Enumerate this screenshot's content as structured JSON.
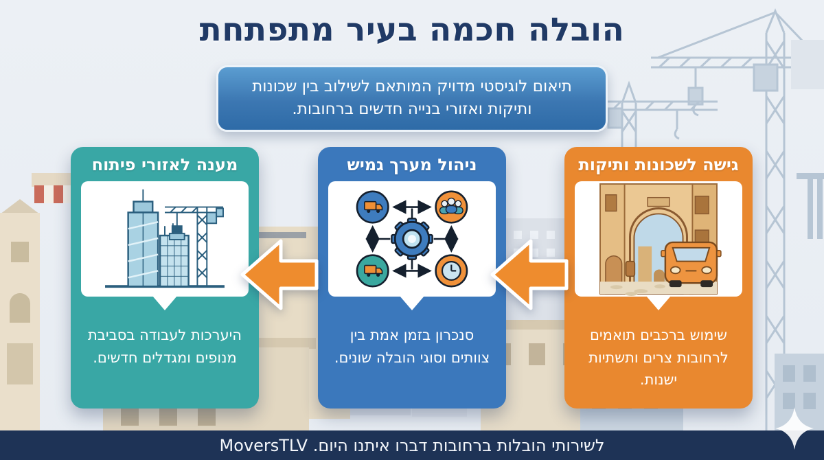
{
  "page": {
    "title": "הובלה חכמה בעיר מתפתחת",
    "subtitle": "תיאום לוגיסטי מדויק המותאם לשילוב בין שכונות ותיקות ואזורי בנייה חדשים ברחובות.",
    "footer": "לשירותי הובלות ברחובות דברו איתנו היום. MoversTLV"
  },
  "cards": {
    "right": {
      "title": "גישה לשכונות ותיקות",
      "body": "שימוש ברכבים תואמים לרחובות צרים ותשתיות ישנות.",
      "accent": "#E9882F",
      "illustration": "old-alley-with-van"
    },
    "middle": {
      "title": "ניהול מערך גמיש",
      "body": "סנכרון בזמן אמת בין צוותים וסוגי הובלה שונים.",
      "accent": "#3B78BC",
      "illustration": "gear-network-diagram"
    },
    "left": {
      "title": "מענה לאזורי פיתוח",
      "body": "היערכות לעבודה בסביבת מנופים ומגדלים חדשים.",
      "accent": "#39A7A5",
      "illustration": "construction-crane-towers"
    }
  },
  "flow": {
    "direction": "right-to-left",
    "arrow_color": "#EE8C2E"
  },
  "background": {
    "left_scene": "old-town-buildings-skyline",
    "right_scene": "construction-cranes-silhouette"
  },
  "colors": {
    "canvas": "#EAEEF4",
    "title_navy": "#203A66",
    "footer_navy": "#1E3356",
    "subtitle_blue": "#2E6BA7"
  }
}
